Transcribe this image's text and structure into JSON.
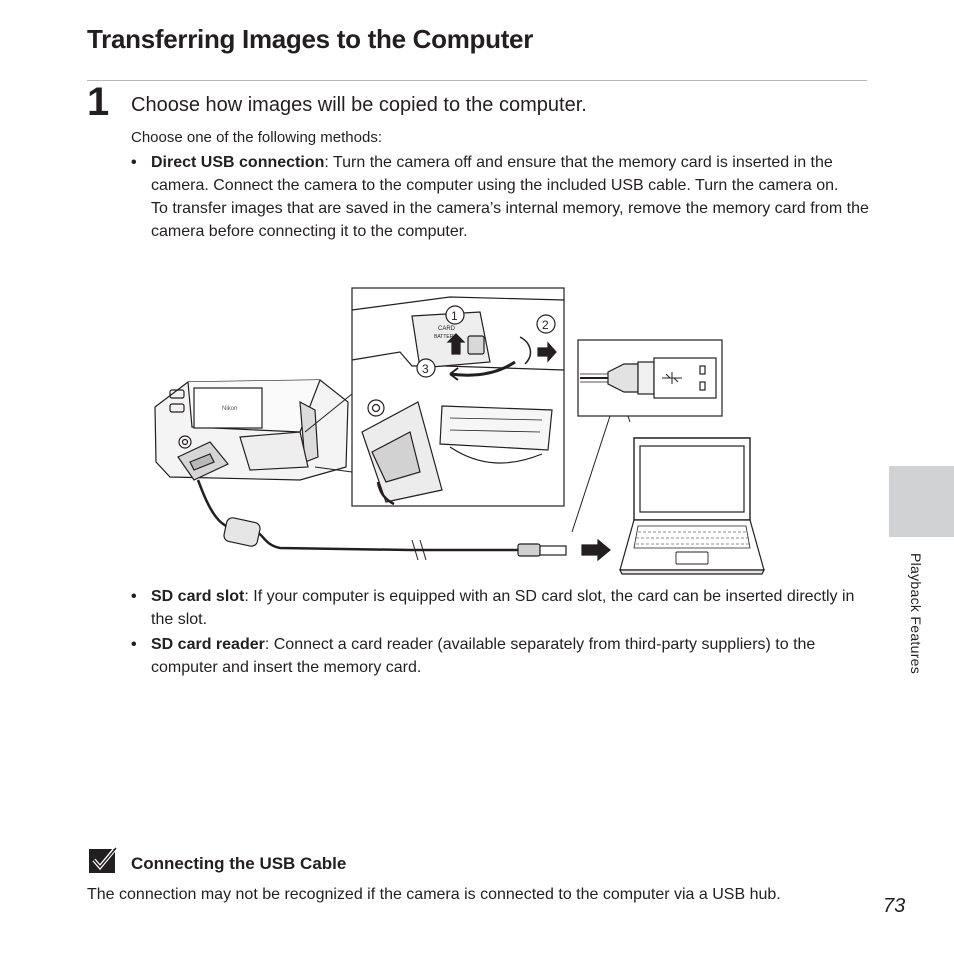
{
  "header": {
    "title": "Transferring Images to the Computer"
  },
  "step": {
    "number": "1",
    "heading": "Choose how images will be copied to the computer.",
    "intro": "Choose one of the following methods:"
  },
  "methods": [
    {
      "term": "Direct USB connection",
      "text": ": Turn the camera off and ensure that the memory card is inserted in the camera. Connect the camera to the computer using the included USB cable. Turn the camera on.",
      "extra": "To transfer images that are saved in the camera’s internal memory, remove the memory card from the camera before connecting it to the computer."
    },
    {
      "term": "SD card slot",
      "text": ": If your computer is equipped with an SD card slot, the card can be inserted directly in the slot."
    },
    {
      "term": "SD card reader",
      "text": ": Connect a card reader (available separately from third-party suppliers) to the computer and insert the memory card."
    }
  ],
  "illustration": {
    "callouts": [
      "1",
      "2",
      "3"
    ],
    "door_label_card": "CARD",
    "door_label_battery": "BATTERY",
    "brand": "Nikon"
  },
  "side_tab": {
    "label": "Playback Features"
  },
  "note": {
    "title": "Connecting the USB Cable",
    "text": "The connection may not be recognized if the camera is connected to the computer via a USB hub."
  },
  "page": {
    "number": "73"
  },
  "colors": {
    "text": "#231f20",
    "tab": "#d1d2d3",
    "rule": "#b8b8b8"
  }
}
